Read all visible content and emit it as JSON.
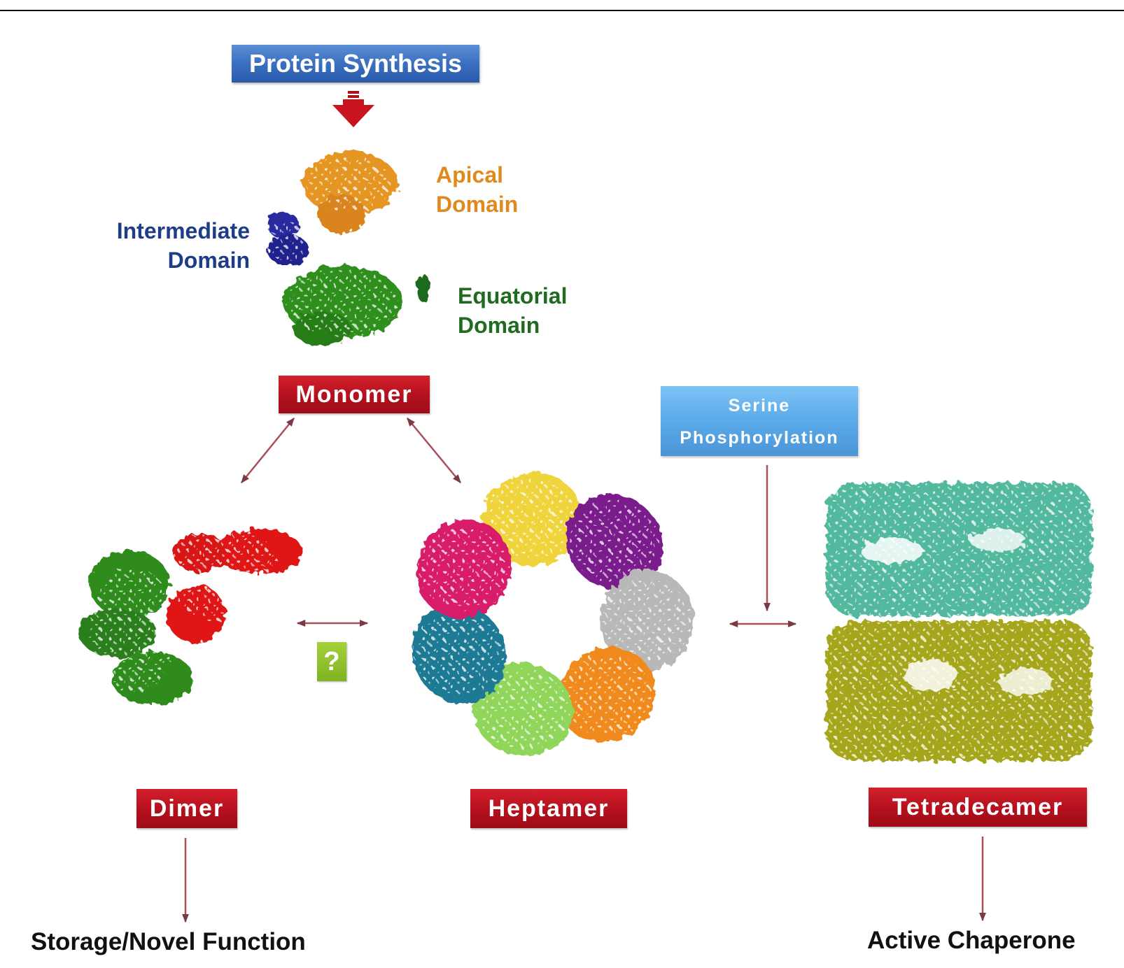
{
  "title_box": {
    "label": "Protein Synthesis",
    "color": "#3a6fc0",
    "icon": "down-arrow-icon"
  },
  "monomer": {
    "label": "Monomer",
    "domains": [
      {
        "name": "Apical Domain",
        "line1": "Apical",
        "line2": "Domain",
        "color": "#e08a1e"
      },
      {
        "name": "Intermediate Domain",
        "line1": "Intermediate",
        "line2": "Domain",
        "color": "#1f3c88"
      },
      {
        "name": "Equatorial Domain",
        "line1": "Equatorial",
        "line2": "Domain",
        "color": "#1f6b1f"
      }
    ]
  },
  "modifier": {
    "line1": "Serine",
    "line2": "Phosphorylation",
    "color": "#5aaaea"
  },
  "states": [
    {
      "id": "dimer",
      "label": "Dimer",
      "subunit_colors": [
        "#2e8b1e",
        "#e01818"
      ]
    },
    {
      "id": "heptamer",
      "label": "Heptamer",
      "subunit_colors": [
        "#f0d43a",
        "#7a1a8c",
        "#b8b8b8",
        "#f08a1a",
        "#8fd65a",
        "#1f7a94",
        "#d81a6a"
      ]
    },
    {
      "id": "tetradecamer",
      "label": "Tetradecamer",
      "subunit_colors": [
        "#4fb89c",
        "#a8a816"
      ]
    }
  ],
  "unknown_marker": {
    "label": "?",
    "color": "#8fc12a"
  },
  "outcomes": {
    "dimer": "Storage/Novel Function",
    "tetradecamer": "Active Chaperone"
  },
  "arrow_color": "#a8505c",
  "label_red": "#c0141f"
}
